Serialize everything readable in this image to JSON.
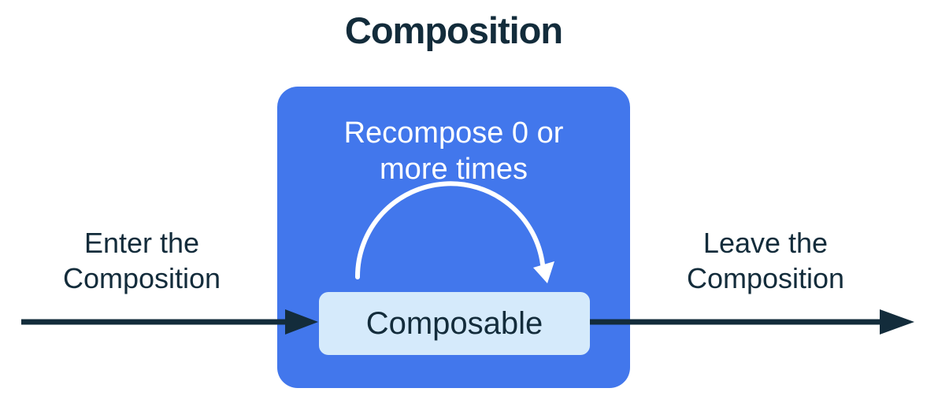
{
  "title": "Composition",
  "colors": {
    "blue": "#4277EC",
    "light_blue": "#D5EAFB",
    "dark": "#132C3B",
    "white": "#FFFFFF"
  },
  "box": {
    "recompose_lines": [
      "Recompose 0 or",
      "more times"
    ],
    "composable": "Composable"
  },
  "enter_lines": [
    "Enter the",
    "Composition"
  ],
  "leave_lines": [
    "Leave the",
    "Composition"
  ]
}
